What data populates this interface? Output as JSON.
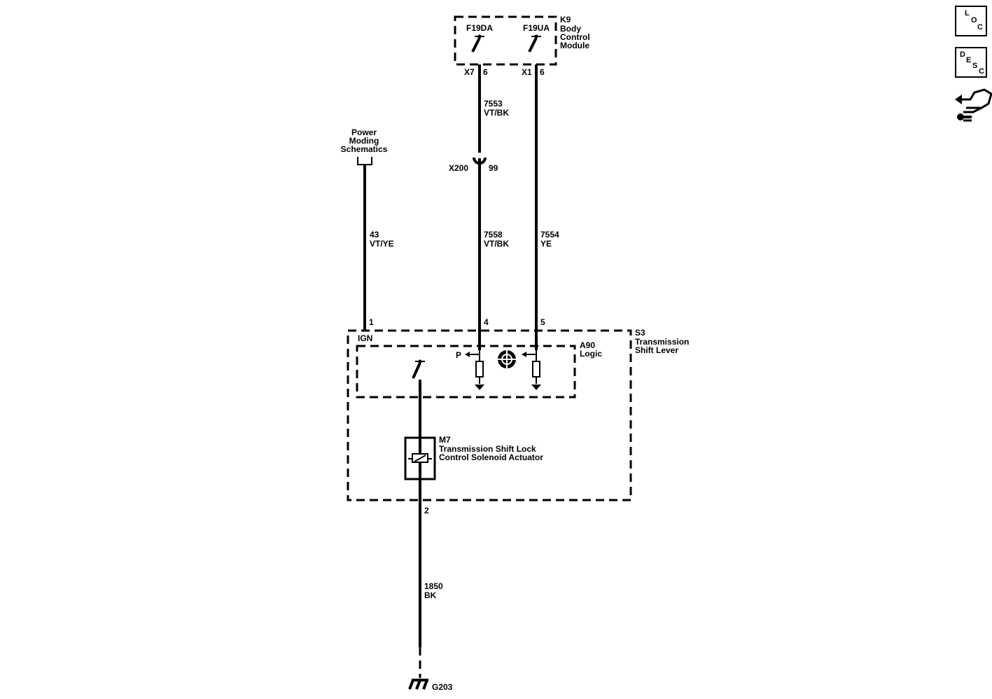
{
  "components": {
    "k9": {
      "id": "K9",
      "name_lines": [
        "Body",
        "Control",
        "Module"
      ],
      "switch_a": "F19DA",
      "switch_b": "F19UA",
      "conn_a": "X7",
      "pin_a": "6",
      "conn_b": "X1",
      "pin_b": "6"
    },
    "s3": {
      "id": "S3",
      "name_lines": [
        "Transmission",
        "Shift Lever"
      ],
      "pin_ign": "1",
      "pin_park": "4",
      "pin_ye": "5",
      "pin_gnd": "2",
      "ign_label": "IGN"
    },
    "a90": {
      "id": "A90",
      "name": "Logic",
      "park_label": "P"
    },
    "m7": {
      "id": "M7",
      "name_lines": [
        "Transmission Shift Lock",
        "Control Solenoid Actuator"
      ]
    },
    "ground": {
      "id": "G203"
    },
    "inline": {
      "id": "X200",
      "pin": "99"
    },
    "power": {
      "lines": [
        "Power",
        "Moding",
        "Schematics"
      ]
    }
  },
  "wires": {
    "w7553": {
      "circuit": "7553",
      "color": "VT/BK"
    },
    "w7558": {
      "circuit": "7558",
      "color": "VT/BK"
    },
    "w7554": {
      "circuit": "7554",
      "color": "YE"
    },
    "w43": {
      "circuit": "43",
      "color": "VT/YE"
    },
    "w1850": {
      "circuit": "1850",
      "color": "BK"
    }
  },
  "sidebar": {
    "loc": {
      "top": "L",
      "mid": "O",
      "bot": "C"
    },
    "desc": {
      "d": "D",
      "e": "E",
      "s": "S",
      "c": "C"
    }
  }
}
